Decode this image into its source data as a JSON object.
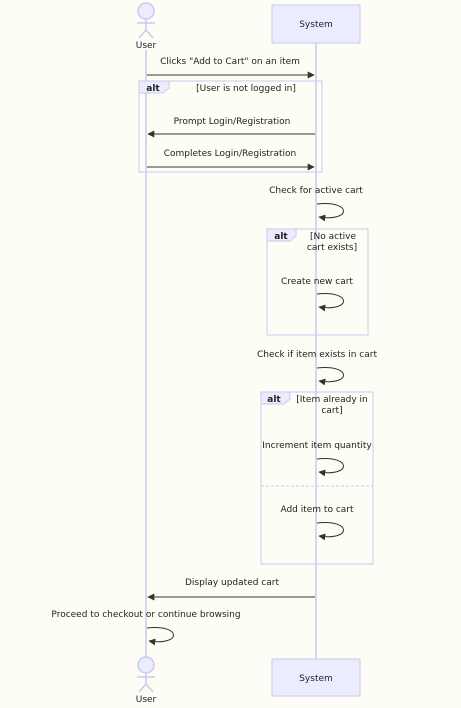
{
  "participants": {
    "user": {
      "label": "User"
    },
    "system": {
      "label": "System"
    }
  },
  "messages": [
    {
      "id": "m1",
      "text": "Clicks \"Add to Cart\" on an item"
    },
    {
      "id": "m2",
      "text": "Prompt Login/Registration"
    },
    {
      "id": "m3",
      "text": "Completes Login/Registration"
    },
    {
      "id": "m4",
      "text": "Check for active cart"
    },
    {
      "id": "m5",
      "text": "Create new cart"
    },
    {
      "id": "m6",
      "text": "Check if item exists in cart"
    },
    {
      "id": "m7",
      "text": "Increment item quantity"
    },
    {
      "id": "m8",
      "text": "Add item to cart"
    },
    {
      "id": "m9",
      "text": "Display updated cart"
    },
    {
      "id": "m10",
      "text": "Proceed to checkout or continue browsing"
    }
  ],
  "fragments": [
    {
      "id": "f1",
      "tag": "alt",
      "condition": [
        "[User is not logged in]"
      ]
    },
    {
      "id": "f2",
      "tag": "alt",
      "condition": [
        "[No active",
        "cart exists]"
      ]
    },
    {
      "id": "f3",
      "tag": "alt",
      "condition": [
        "[Item already in",
        "cart]"
      ]
    }
  ],
  "colors": {
    "background": "#fdfdf6",
    "actor_fill": "#ececff",
    "actor_stroke": "#c9c9f2",
    "lifeline": "#c9c9f2",
    "arrow": "#333333",
    "frame_border": "#c9c9f2"
  }
}
